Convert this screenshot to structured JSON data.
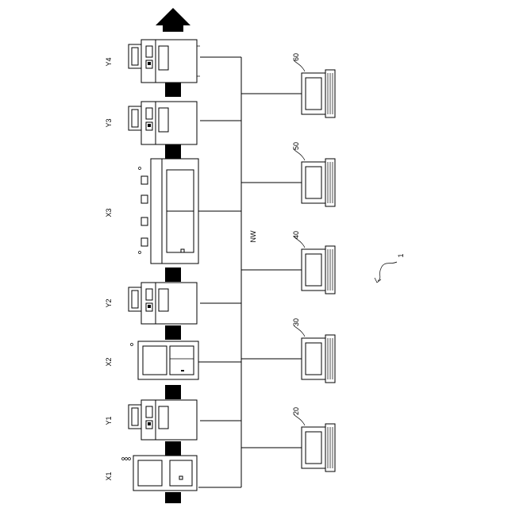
{
  "system_ref": "1",
  "network_label": "NW",
  "flow_direction": "up",
  "units": [
    {
      "id": "unit-x1",
      "label": "X1",
      "kind": "X"
    },
    {
      "id": "unit-y1",
      "label": "Y1",
      "kind": "Y"
    },
    {
      "id": "unit-x2",
      "label": "X2",
      "kind": "X"
    },
    {
      "id": "unit-y2",
      "label": "Y2",
      "kind": "Y"
    },
    {
      "id": "unit-x3",
      "label": "X3",
      "kind": "X-large"
    },
    {
      "id": "unit-y3",
      "label": "Y3",
      "kind": "Y"
    },
    {
      "id": "unit-y4",
      "label": "Y4",
      "kind": "Y"
    }
  ],
  "terminals": [
    {
      "ref": "20"
    },
    {
      "ref": "30"
    },
    {
      "ref": "40"
    },
    {
      "ref": "50"
    },
    {
      "ref": "60"
    }
  ],
  "colors": {
    "line": "#000000",
    "background": "#ffffff"
  }
}
